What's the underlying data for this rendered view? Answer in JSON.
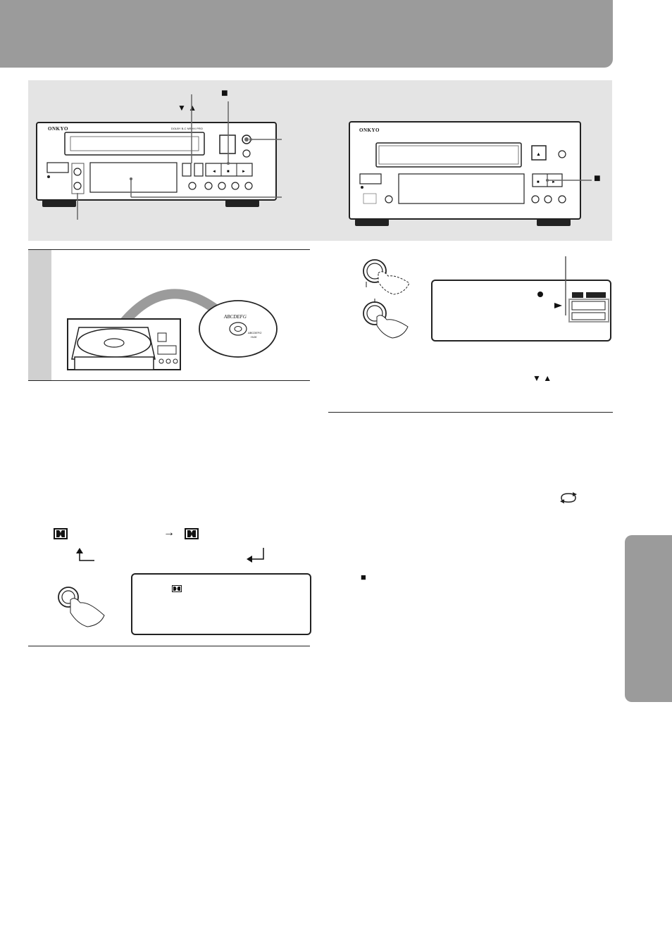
{
  "deck": {
    "brand": "ONKYO",
    "dolby_text": "DOLBY B-C NR HX PRO"
  },
  "cd_player": {
    "brand": "ONKYO"
  },
  "disc_label": {
    "line1": "ABCDEFG",
    "line2": "ABCDEFG",
    "line3": "HIJK"
  },
  "symbols": {
    "stop": "■",
    "up_down": "▼ ▲",
    "arrow_right": "→"
  },
  "icons": [
    "stop-square-icon",
    "down-triangle-icon",
    "up-triangle-icon",
    "dolby-icon",
    "repeat-icon",
    "hand-press-icon",
    "return-arrow-icon"
  ]
}
